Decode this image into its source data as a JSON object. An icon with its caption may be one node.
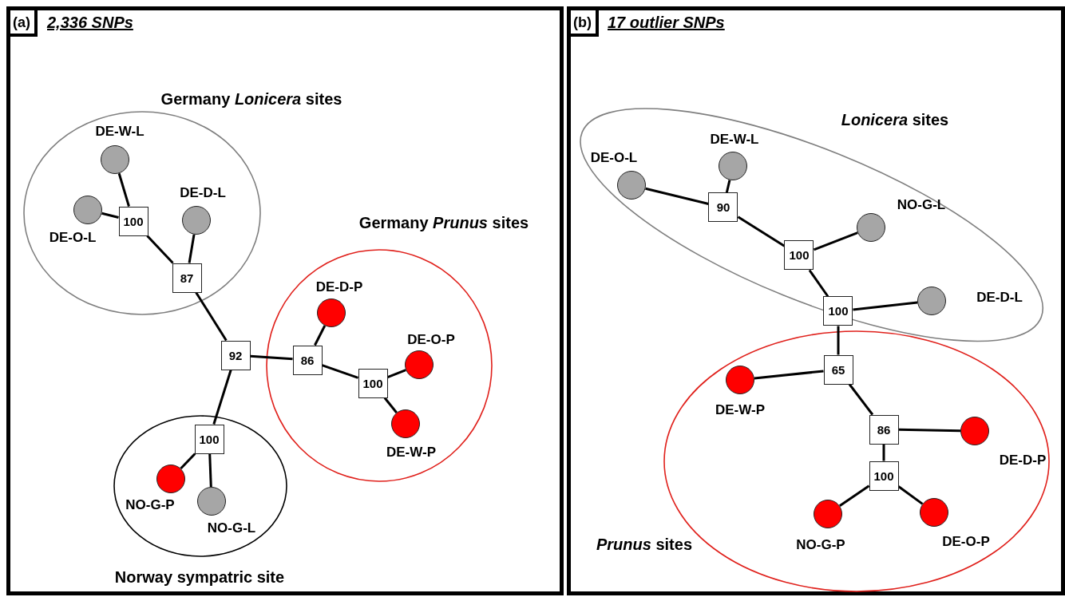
{
  "diagram": {
    "nodes": [
      {
        "text": [
          "(a)",
          "2,336 SNPs"
        ]
      },
      {
        "text": [
          "Germany *Lonicera* sites"
        ],
        "in": 0
      },
      {
        "text": [
          "DE-W-L"
        ],
        "in": 1
      },
      {
        "text": [
          "DE-O-L"
        ],
        "in": 1
      },
      {
        "text": [
          "DE-D-L"
        ],
        "in": 1
      },
      {
        "text": [
          "100"
        ],
        "in": 1
      },
      {
        "text": [
          "87"
        ],
        "in": 1
      },
      {
        "text": [
          "Germany *Prunus* sites"
        ],
        "in": 0
      },
      {
        "text": [
          "DE-D-P"
        ],
        "in": 7
      },
      {
        "text": [
          "DE-O-P"
        ],
        "in": 7
      },
      {
        "text": [
          "DE-W-P"
        ],
        "in": 7
      },
      {
        "text": [
          "86"
        ],
        "in": 7
      },
      {
        "text": [
          "100"
        ],
        "in": 7
      },
      {
        "text": [
          "92"
        ],
        "in": 0
      },
      {
        "text": [
          "Norway sympatric site"
        ],
        "in": 0
      },
      {
        "text": [
          "NO-G-P"
        ],
        "in": 14
      },
      {
        "text": [
          "NO-G-L"
        ],
        "in": 14
      },
      {
        "text": [
          "100"
        ],
        "in": 14
      },
      {
        "text": [
          "(b)",
          "17 outlier SNPs"
        ]
      },
      {
        "text": [
          "*Lonicera* sites"
        ],
        "in": 18
      },
      {
        "text": [
          "DE-O-L"
        ],
        "in": 19
      },
      {
        "text": [
          "DE-W-L"
        ],
        "in": 19
      },
      {
        "text": [
          "NO-G-L"
        ],
        "in": 19
      },
      {
        "text": [
          "DE-D-L"
        ],
        "in": 19
      },
      {
        "text": [
          "90"
        ],
        "in": 19
      },
      {
        "text": [
          "100"
        ],
        "in": 19
      },
      {
        "text": [
          "100"
        ],
        "in": 19
      },
      {
        "text": [
          "*Prunus* sites"
        ],
        "in": 18
      },
      {
        "text": [
          "DE-W-P"
        ],
        "in": 27
      },
      {
        "text": [
          "DE-D-P"
        ],
        "in": 27
      },
      {
        "text": [
          "NO-G-P"
        ],
        "in": 27
      },
      {
        "text": [
          "DE-O-P"
        ],
        "in": 27
      },
      {
        "text": [
          "65"
        ],
        "in": 27
      },
      {
        "text": [
          "86"
        ],
        "in": 27
      },
      {
        "text": [
          "100"
        ],
        "in": 27
      }
    ],
    "edges": [
      {
        "from": 2,
        "to": 5,
        "arrow": "none"
      },
      {
        "from": 3,
        "to": 5,
        "arrow": "none"
      },
      {
        "from": 5,
        "to": 6,
        "arrow": "none"
      },
      {
        "from": 4,
        "to": 6,
        "arrow": "none"
      },
      {
        "from": 6,
        "to": 13,
        "arrow": "none"
      },
      {
        "from": 13,
        "to": 11,
        "arrow": "none"
      },
      {
        "from": 11,
        "to": 8,
        "arrow": "none"
      },
      {
        "from": 11,
        "to": 12,
        "arrow": "none"
      },
      {
        "from": 12,
        "to": 9,
        "arrow": "none"
      },
      {
        "from": 12,
        "to": 10,
        "arrow": "none"
      },
      {
        "from": 13,
        "to": 17,
        "arrow": "none"
      },
      {
        "from": 17,
        "to": 15,
        "arrow": "none"
      },
      {
        "from": 17,
        "to": 16,
        "arrow": "none"
      },
      {
        "from": 20,
        "to": 24,
        "arrow": "none"
      },
      {
        "from": 21,
        "to": 24,
        "arrow": "none"
      },
      {
        "from": 24,
        "to": 25,
        "arrow": "none"
      },
      {
        "from": 22,
        "to": 25,
        "arrow": "none"
      },
      {
        "from": 25,
        "to": 26,
        "arrow": "none"
      },
      {
        "from": 26,
        "to": 23,
        "arrow": "none"
      },
      {
        "from": 26,
        "to": 32,
        "arrow": "none"
      },
      {
        "from": 32,
        "to": 28,
        "arrow": "none"
      },
      {
        "from": 32,
        "to": 33,
        "arrow": "none"
      },
      {
        "from": 33,
        "to": 29,
        "arrow": "none"
      },
      {
        "from": 33,
        "to": 34,
        "arrow": "none"
      },
      {
        "from": 34,
        "to": 30,
        "arrow": "none"
      },
      {
        "from": 34,
        "to": 31,
        "arrow": "none"
      }
    ]
  }
}
